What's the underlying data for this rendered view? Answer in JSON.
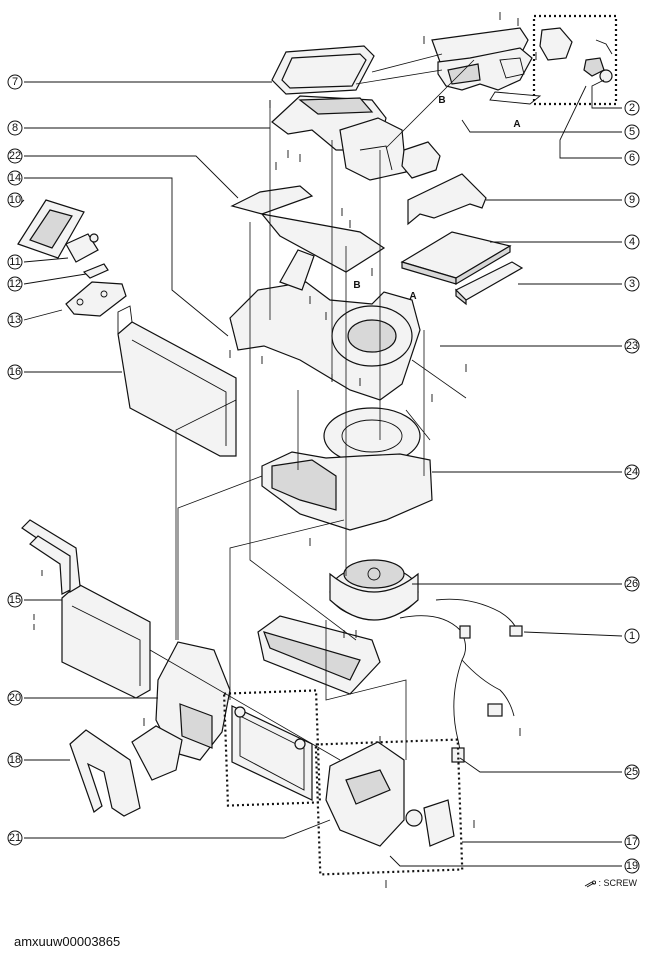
{
  "callouts": [
    "1",
    "2",
    "3",
    "4",
    "5",
    "6",
    "7",
    "8",
    "9",
    "10",
    "11",
    "12",
    "13",
    "14",
    "15",
    "16",
    "17",
    "18",
    "19",
    "20",
    "21",
    "22",
    "23",
    "24",
    "25",
    "26"
  ],
  "ref_letters": [
    "A",
    "A",
    "B",
    "B"
  ],
  "legend": {
    "icon": "screw-icon",
    "label": ": SCREW"
  },
  "figure_id": "amxuuw00003865"
}
